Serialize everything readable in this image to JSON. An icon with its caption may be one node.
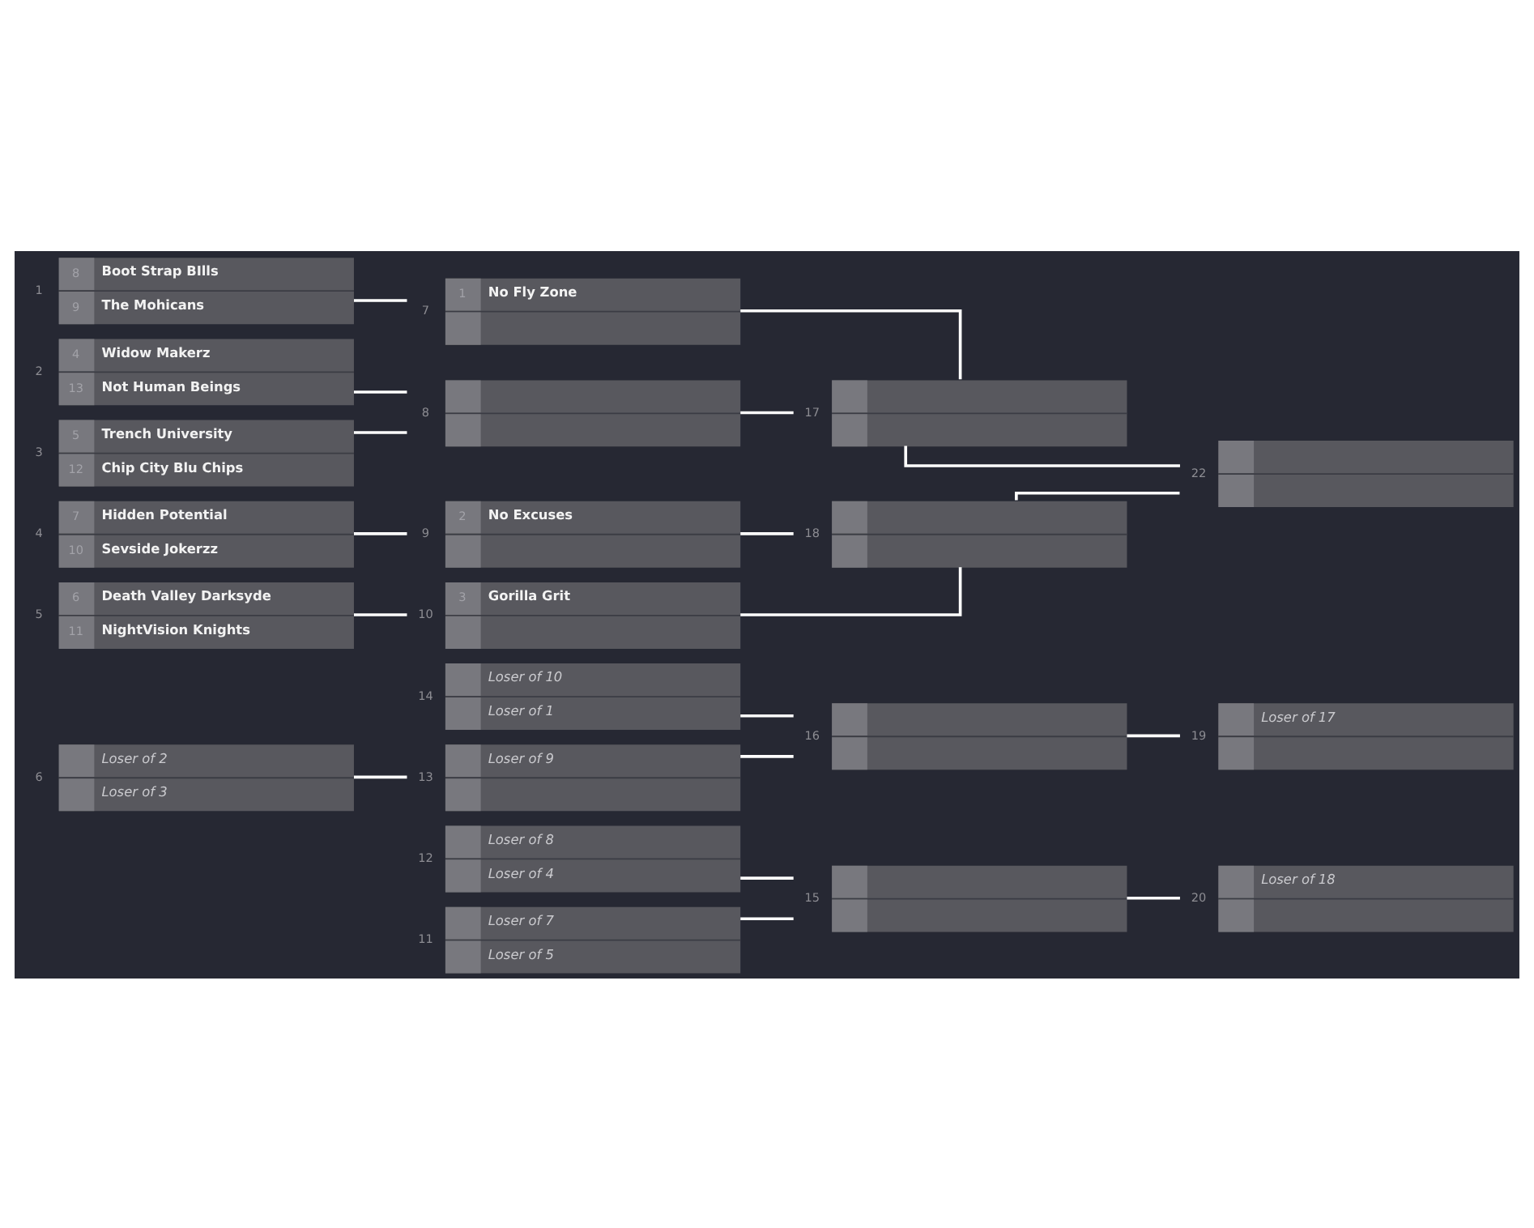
{
  "diagram": {
    "nodes": [
      {
        "text": [
          "8",
          "Boot Strap BIlls",
          "9",
          "The Mohicans"
        ],
        "beside": [
          "1"
        ]
      },
      {
        "text": [
          "4",
          "Widow Makerz",
          "13",
          "Not Human Beings"
        ],
        "beside": [
          "2"
        ]
      },
      {
        "text": [
          "5",
          "Trench University",
          "12",
          "Chip City Blu Chips"
        ],
        "beside": [
          "3"
        ]
      },
      {
        "text": [
          "7",
          "Hidden Potential",
          "10",
          "Sevside Jokerzz"
        ],
        "beside": [
          "4"
        ]
      },
      {
        "text": [
          "6",
          "Death Valley Darksyde",
          "11",
          "NightVision Knights"
        ],
        "beside": [
          "5"
        ]
      },
      {
        "text": [
          "Loser of 2",
          "Loser of 3"
        ],
        "beside": [
          "6"
        ]
      },
      {
        "text": [
          "1",
          "No Fly Zone"
        ],
        "beside": [
          "7"
        ]
      },
      {
        "text": [],
        "shape": "box",
        "beside": [
          "8"
        ]
      },
      {
        "text": [
          "2",
          "No Excuses"
        ],
        "beside": [
          "9"
        ]
      },
      {
        "text": [
          "3",
          "Gorilla Grit"
        ],
        "beside": [
          "10"
        ]
      },
      {
        "text": [
          "Loser of 10",
          "Loser of 1"
        ],
        "beside": [
          "14"
        ]
      },
      {
        "text": [
          "Loser of 9"
        ],
        "beside": [
          "13"
        ]
      },
      {
        "text": [
          "Loser of 8",
          "Loser of 4"
        ],
        "beside": [
          "12"
        ]
      },
      {
        "text": [
          "Loser of 7",
          "Loser of 5"
        ],
        "beside": [
          "11"
        ]
      },
      {
        "text": [],
        "shape": "box",
        "beside": [
          "17"
        ]
      },
      {
        "text": [],
        "shape": "box",
        "beside": [
          "18"
        ]
      },
      {
        "text": [],
        "shape": "box",
        "beside": [
          "16"
        ]
      },
      {
        "text": [],
        "shape": "box",
        "beside": [
          "15"
        ]
      },
      {
        "text": [],
        "shape": "box",
        "beside": [
          "22"
        ]
      },
      {
        "text": [
          "Loser of 17"
        ],
        "beside": [
          "19"
        ]
      },
      {
        "text": [
          "Loser of 18"
        ],
        "beside": [
          "20"
        ]
      }
    ],
    "edges": [
      {
        "from": 0,
        "to": 6,
        "arrow": "none"
      },
      {
        "from": 1,
        "to": 7,
        "arrow": "none"
      },
      {
        "from": 2,
        "to": 7,
        "arrow": "none"
      },
      {
        "from": 3,
        "to": 8,
        "arrow": "none"
      },
      {
        "from": 4,
        "to": 9,
        "arrow": "none"
      },
      {
        "from": 5,
        "to": 11,
        "arrow": "none"
      },
      {
        "from": 6,
        "to": 14,
        "arrow": "none"
      },
      {
        "from": 7,
        "to": 14,
        "arrow": "none"
      },
      {
        "from": 8,
        "to": 15,
        "arrow": "none"
      },
      {
        "from": 9,
        "to": 15,
        "arrow": "none"
      },
      {
        "from": 10,
        "to": 16,
        "arrow": "none"
      },
      {
        "from": 11,
        "to": 16,
        "arrow": "none"
      },
      {
        "from": 12,
        "to": 17,
        "arrow": "none"
      },
      {
        "from": 13,
        "to": 17,
        "arrow": "none"
      },
      {
        "from": 14,
        "to": 18,
        "arrow": "none"
      },
      {
        "from": 15,
        "to": 18,
        "arrow": "none"
      },
      {
        "from": 16,
        "to": 19,
        "arrow": "none"
      },
      {
        "from": 17,
        "to": 20,
        "arrow": "none"
      }
    ]
  }
}
